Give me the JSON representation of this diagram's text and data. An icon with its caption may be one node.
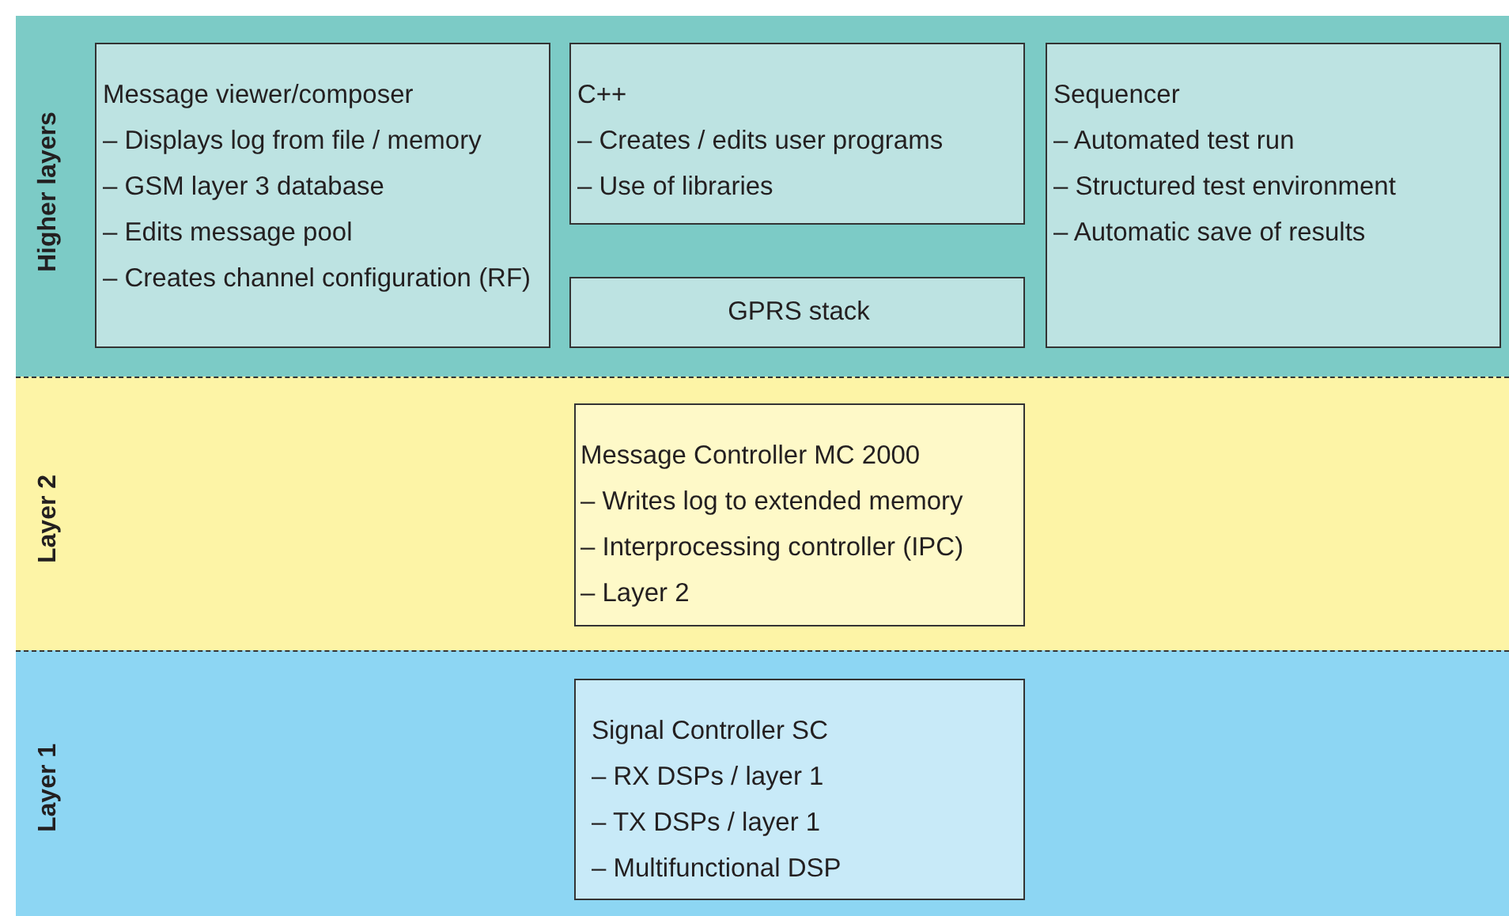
{
  "diagram": {
    "nodes": [
      {
        "text": [
          "Higher layers"
        ]
      },
      {
        "text": [
          "Message viewer/composer",
          "– Displays log from file / memory",
          "– GSM layer 3 database",
          "– Edits message pool",
          "– Creates channel configuration (RF)"
        ],
        "in": 0
      },
      {
        "text": [
          "C++",
          "– Creates / edits user programs",
          "– Use of libraries"
        ],
        "in": 0
      },
      {
        "text": [
          "GPRS stack"
        ],
        "in": 0
      },
      {
        "text": [
          "Sequencer",
          "– Automated test run",
          "– Structured test environment",
          "– Automatic save of results"
        ],
        "in": 0
      },
      {
        "text": [
          "Layer 2"
        ]
      },
      {
        "text": [
          "Message Controller MC 2000",
          "– Writes log to extended memory",
          "– Interprocessing controller (IPC)",
          "– Layer 2"
        ],
        "in": 5
      },
      {
        "text": [
          "Layer 1"
        ]
      },
      {
        "text": [
          "Signal Controller SC",
          "– RX DSPs / layer 1",
          "– TX DSPs / layer 1",
          "– Multifunctional DSP"
        ],
        "in": 7
      }
    ]
  }
}
